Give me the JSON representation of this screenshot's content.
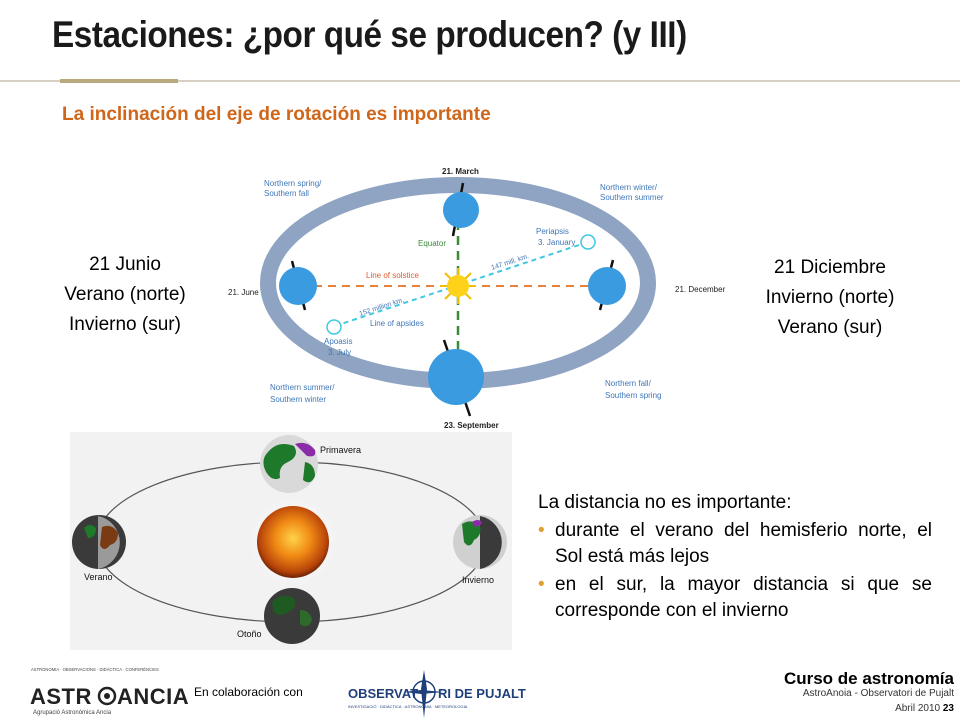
{
  "slide": {
    "title": "Estaciones: ¿por qué se producen? (y III)",
    "subtitle": "La inclinación del eje de rotación es importante"
  },
  "left_label": [
    "21 Junio",
    "Verano (norte)",
    "Invierno (sur)"
  ],
  "right_label": [
    "21 Diciembre",
    "Invierno (norte)",
    "Verano (sur)"
  ],
  "orbit_diagram": {
    "march": "21. March",
    "september": "23. September",
    "june": "21. June",
    "december": "21. December",
    "northern_spring": [
      "Northern spring/",
      "Southern fall"
    ],
    "northern_winter": [
      "Northern winter/",
      "Southern  summer"
    ],
    "northern_summer": [
      "Northern summer/",
      "Southern winter"
    ],
    "northern_fall": [
      "Northern fall/",
      "Southern spring"
    ],
    "equator": "Equator",
    "line_of_solstice": "Line of solstice",
    "line_of_apsides": "Line of apsides",
    "periapsis": [
      "Periapsis",
      "3. January"
    ],
    "apoasis": [
      "Apoasis",
      "3. July"
    ],
    "dist_147": "147 mill. km.",
    "dist_152": "152 million km.",
    "colors": {
      "orbit": "#8fa3c2",
      "planet": "#3a9be0",
      "solstice": "#e8823a",
      "equator": "#3a8a3a",
      "apsides": "#3fc8e0",
      "text": "#3f77b8"
    }
  },
  "photo_diagram": {
    "primavera": "Primavera",
    "verano": "Verano",
    "invierno": "Invierno",
    "otono": "Otoño"
  },
  "text": {
    "lead": "La distancia no es importante:",
    "bullets": [
      "durante el verano del hemisferio norte, el Sol está más lejos",
      "en el sur, la mayor distancia si que se corresponde con el invierno"
    ],
    "bullet_char": "•"
  },
  "footer": {
    "logo_left_name": "ASTRONOMIA · OBSERVACIONS · DIDÀCTICA · CONFERÈNCIES",
    "logo_left_brand": "ASTR",
    "logo_left_brand2": "ANCIA",
    "logo_left_sub": "Agrupació Astronòmica Ancia",
    "collab": "En colaboración con",
    "obs_brand": "OBSERVAT",
    "obs_brand2": "RI DE PUJALT",
    "obs_sub": "INVESTIGACIÓ · DIDÀCTICA · ASTRONOMIA · METEOROLOGIA",
    "course": "Curso de astronomía",
    "course_sub": "AstroAnoia - Observatori de Pujalt",
    "date": "Abril 2010",
    "page": "23"
  }
}
